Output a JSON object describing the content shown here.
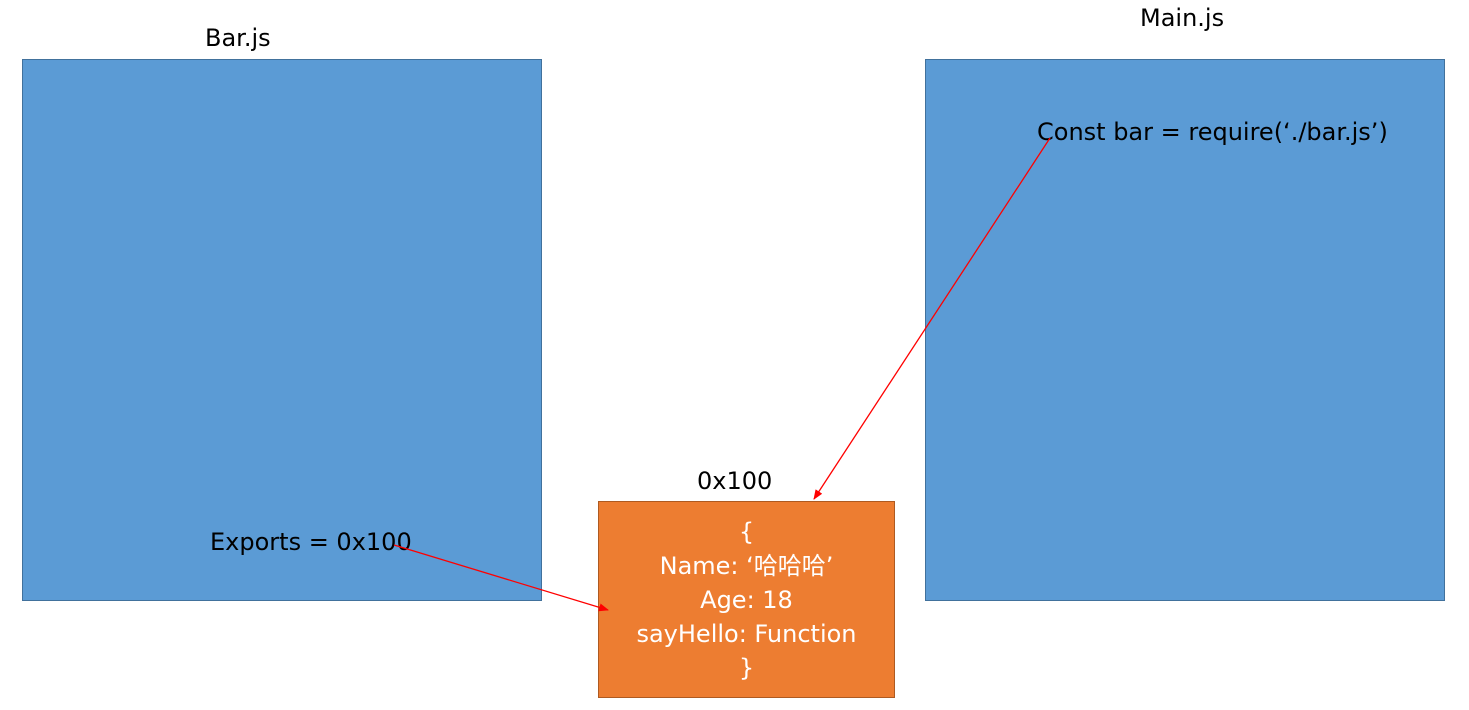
{
  "modules": {
    "bar": {
      "title": "Bar.js",
      "statement": "Exports = 0x100"
    },
    "main": {
      "title": "Main.js",
      "statement": "Const bar = require(‘./bar.js’)"
    }
  },
  "heap_object": {
    "address": "0x100",
    "lines": [
      "{",
      "Name: ‘哈哈哈’",
      "Age: 18",
      "sayHello: Function",
      "}"
    ]
  },
  "colors": {
    "module_fill": "#5b9bd5",
    "object_fill": "#ed7d31",
    "arrow": "#ff0000"
  }
}
